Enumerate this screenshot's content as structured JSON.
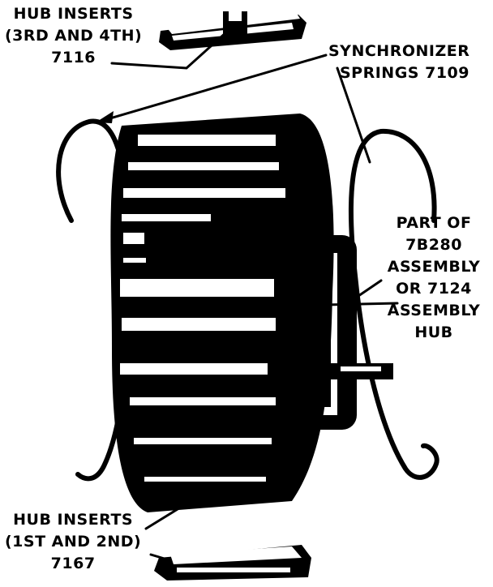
{
  "labels": {
    "hub_inserts_top": {
      "line1": "HUB INSERTS",
      "line2": "(3RD AND 4TH)",
      "line3": "7116"
    },
    "synchronizer_springs": {
      "line1": "SYNCHRONIZER",
      "line2": "SPRINGS 7109"
    },
    "assembly_hub": {
      "line1": "PART OF",
      "line2": "7B280",
      "line3": "ASSEMBLY",
      "line4": "OR 7124",
      "line5": "ASSEMBLY",
      "line6": "HUB"
    },
    "hub_inserts_bottom": {
      "line1": "HUB INSERTS",
      "line2": "(1ST AND 2ND)",
      "line3": "7167"
    }
  },
  "colors": {
    "ink": "#000000",
    "paper": "#ffffff"
  }
}
